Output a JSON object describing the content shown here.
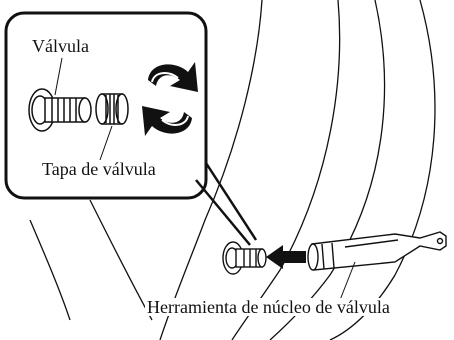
{
  "labels": {
    "valve": "Válvula",
    "valve_cap": "Tapa de válvula",
    "valve_core_tool": "Herramienta de núcleo de válvula"
  },
  "icons": {
    "rotation": "rotate-arrows-icon",
    "insert": "left-arrow-icon"
  },
  "colors": {
    "line": "#111111",
    "background": "#ffffff"
  }
}
